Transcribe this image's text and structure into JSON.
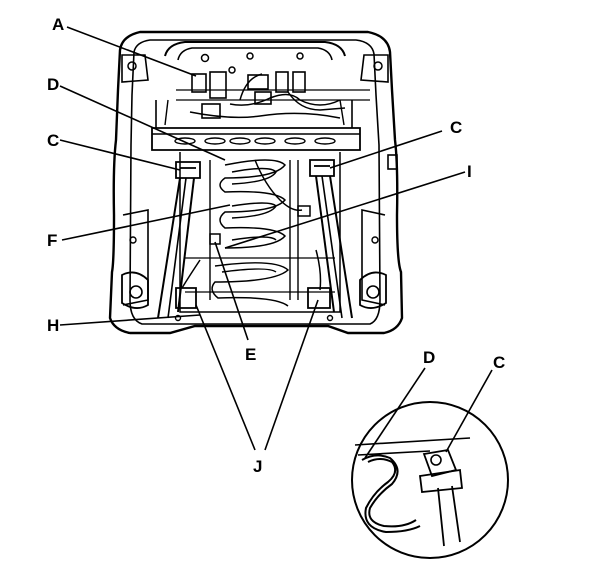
{
  "callouts": {
    "a": "A",
    "c_upper_left": "C",
    "c_upper_right": "C",
    "c_inset": "C",
    "d_main": "D",
    "d_inset": "D",
    "e": "E",
    "f": "F",
    "h": "H",
    "i": "I",
    "j": "J"
  }
}
